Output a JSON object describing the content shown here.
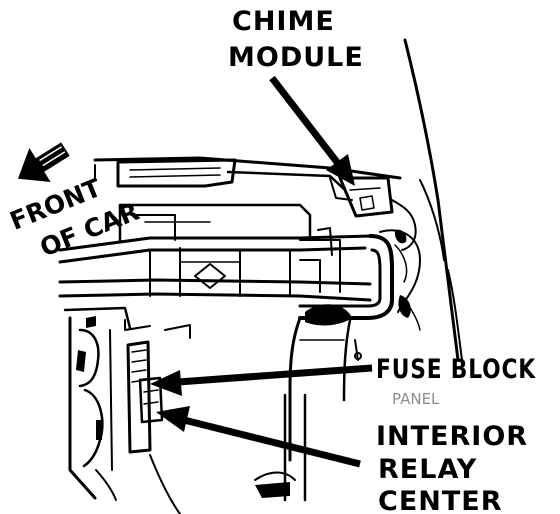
{
  "labels": {
    "chime_line1": "CHIME",
    "chime_line2": "MODULE",
    "front_line1": "FRONT",
    "front_line2": "OF CAR",
    "fuse_block": "FUSE BLOCK",
    "fuse_sub": "PANEL",
    "relay_line1": "INTERIOR",
    "relay_line2": "RELAY",
    "relay_line3": "CENTER"
  },
  "colors": {
    "ink": "#000000",
    "paper": "#ffffff"
  },
  "icons": {
    "direction": "front-of-car-arrow-icon"
  }
}
